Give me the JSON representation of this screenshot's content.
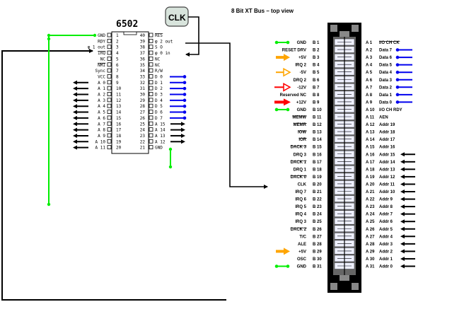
{
  "title": "8 Bit XT Bus – top view",
  "clock_box": {
    "label": "CLK"
  },
  "cpu": {
    "name": "6502",
    "left_pins": [
      {
        "num": "1",
        "label": "GND"
      },
      {
        "num": "2",
        "label": "RDY"
      },
      {
        "num": "3",
        "label": "φ 1 out"
      },
      {
        "num": "4",
        "label": "IRQ",
        "overbar": true
      },
      {
        "num": "5",
        "label": "NC"
      },
      {
        "num": "6",
        "label": "NMI",
        "overbar": true
      },
      {
        "num": "7",
        "label": "Sync"
      },
      {
        "num": "8",
        "label": "VCC"
      },
      {
        "num": "9",
        "label": "A 0"
      },
      {
        "num": "10",
        "label": "A 1"
      },
      {
        "num": "11",
        "label": "A 2"
      },
      {
        "num": "12",
        "label": "A 3"
      },
      {
        "num": "13",
        "label": "A 4"
      },
      {
        "num": "14",
        "label": "A 5"
      },
      {
        "num": "15",
        "label": "A 6"
      },
      {
        "num": "16",
        "label": "A 7"
      },
      {
        "num": "17",
        "label": "A 8"
      },
      {
        "num": "18",
        "label": "A 9"
      },
      {
        "num": "19",
        "label": "A 10"
      },
      {
        "num": "20",
        "label": "A 11"
      }
    ],
    "right_pins": [
      {
        "num": "40",
        "label": "RES",
        "overbar": true
      },
      {
        "num": "39",
        "label": "φ 2 out"
      },
      {
        "num": "38",
        "label": "S O"
      },
      {
        "num": "37",
        "label": "φ 0 in"
      },
      {
        "num": "36",
        "label": "NC"
      },
      {
        "num": "35",
        "label": "NC"
      },
      {
        "num": "34",
        "label": "R/W"
      },
      {
        "num": "33",
        "label": "D 0"
      },
      {
        "num": "32",
        "label": "D 1"
      },
      {
        "num": "31",
        "label": "D 2"
      },
      {
        "num": "30",
        "label": "D 3"
      },
      {
        "num": "29",
        "label": "D 4"
      },
      {
        "num": "28",
        "label": "D 5"
      },
      {
        "num": "27",
        "label": "D 6"
      },
      {
        "num": "26",
        "label": "D 7"
      },
      {
        "num": "25",
        "label": "A 15"
      },
      {
        "num": "24",
        "label": "A 14"
      },
      {
        "num": "23",
        "label": "A 13"
      },
      {
        "num": "22",
        "label": "A 12"
      },
      {
        "num": "21",
        "label": "GND"
      }
    ]
  },
  "bus": {
    "b_side": [
      {
        "pin": "B 1",
        "signal": "GND",
        "marker": "green-double"
      },
      {
        "pin": "B 2",
        "signal": "RESET DRV"
      },
      {
        "pin": "B 3",
        "signal": "+5V",
        "marker": "orange-solid"
      },
      {
        "pin": "B 4",
        "signal": "IRQ 2"
      },
      {
        "pin": "B 5",
        "signal": "-5V",
        "marker": "orange-hollow"
      },
      {
        "pin": "B 6",
        "signal": "DRQ 2"
      },
      {
        "pin": "B 7",
        "signal": "-12V",
        "marker": "red-hollow"
      },
      {
        "pin": "B 8",
        "signal": "Reserved NC"
      },
      {
        "pin": "B 9",
        "signal": "+12V",
        "marker": "red-solid"
      },
      {
        "pin": "B 10",
        "signal": "GND",
        "marker": "green-double"
      },
      {
        "pin": "B 11",
        "signal": "MEMW",
        "overbar": true
      },
      {
        "pin": "B 12",
        "signal": "MEMR",
        "overbar": true
      },
      {
        "pin": "B 13",
        "signal": "IOW",
        "overbar": true
      },
      {
        "pin": "B 14",
        "signal": "IOR",
        "overbar": true
      },
      {
        "pin": "B 15",
        "signal": "DACK 3",
        "overbar": true
      },
      {
        "pin": "B 16",
        "signal": "DRQ 3"
      },
      {
        "pin": "B 17",
        "signal": "DACK 1",
        "overbar": true
      },
      {
        "pin": "B 18",
        "signal": "DRQ 1"
      },
      {
        "pin": "B 19",
        "signal": "DACK 0",
        "overbar": true
      },
      {
        "pin": "B 20",
        "signal": "CLK"
      },
      {
        "pin": "B 21",
        "signal": "IRQ 7"
      },
      {
        "pin": "B 22",
        "signal": "IRQ 6"
      },
      {
        "pin": "B 23",
        "signal": "IRQ 5"
      },
      {
        "pin": "B 24",
        "signal": "IRQ 4"
      },
      {
        "pin": "B 25",
        "signal": "IRQ 3"
      },
      {
        "pin": "B 26",
        "signal": "DACK 2",
        "overbar": true
      },
      {
        "pin": "B 27",
        "signal": "T/C"
      },
      {
        "pin": "B 28",
        "signal": "ALE"
      },
      {
        "pin": "B 29",
        "signal": "+5V",
        "marker": "orange-solid"
      },
      {
        "pin": "B 30",
        "signal": "OSC"
      },
      {
        "pin": "B 31",
        "signal": "GND",
        "marker": "green-double"
      }
    ],
    "a_side": [
      {
        "pin": "A 1",
        "signal": "I/O CH CK",
        "overbar": true
      },
      {
        "pin": "A 2",
        "signal": "Data 7",
        "marker": "blue"
      },
      {
        "pin": "A 3",
        "signal": "Data 6",
        "marker": "blue"
      },
      {
        "pin": "A 4",
        "signal": "Data 5",
        "marker": "blue"
      },
      {
        "pin": "A 5",
        "signal": "Data 4",
        "marker": "blue"
      },
      {
        "pin": "A 6",
        "signal": "Data 3",
        "marker": "blue"
      },
      {
        "pin": "A 7",
        "signal": "Data 2",
        "marker": "blue"
      },
      {
        "pin": "A 8",
        "signal": "Data 1",
        "marker": "blue"
      },
      {
        "pin": "A 9",
        "signal": "Data 0",
        "marker": "blue"
      },
      {
        "pin": "A 10",
        "signal": "I/O CH RDY"
      },
      {
        "pin": "A 11",
        "signal": "AEN"
      },
      {
        "pin": "A 12",
        "signal": "Addr 19"
      },
      {
        "pin": "A 13",
        "signal": "Addr 18"
      },
      {
        "pin": "A 14",
        "signal": "Addr 17"
      },
      {
        "pin": "A 15",
        "signal": "Addr 16"
      },
      {
        "pin": "A 16",
        "signal": "Addr 15",
        "marker": "black-arrow"
      },
      {
        "pin": "A 17",
        "signal": "Addr 14",
        "marker": "black-arrow"
      },
      {
        "pin": "A 18",
        "signal": "Addr 13",
        "marker": "black-arrow"
      },
      {
        "pin": "A 19",
        "signal": "Addr 12",
        "marker": "black-arrow"
      },
      {
        "pin": "A 20",
        "signal": "Addr 11",
        "marker": "black-arrow"
      },
      {
        "pin": "A 21",
        "signal": "Addr 10",
        "marker": "black-arrow"
      },
      {
        "pin": "A 22",
        "signal": "Addr 9",
        "marker": "black-arrow"
      },
      {
        "pin": "A 23",
        "signal": "Addr 8",
        "marker": "black-arrow"
      },
      {
        "pin": "A 24",
        "signal": "Addr 7",
        "marker": "black-arrow"
      },
      {
        "pin": "A 25",
        "signal": "Addr 6",
        "marker": "black-arrow"
      },
      {
        "pin": "A 26",
        "signal": "Addr 5",
        "marker": "black-arrow"
      },
      {
        "pin": "A 27",
        "signal": "Addr 4",
        "marker": "black-arrow"
      },
      {
        "pin": "A 28",
        "signal": "Addr 3",
        "marker": "black-arrow"
      },
      {
        "pin": "A 29",
        "signal": "Addr 2",
        "marker": "black-arrow"
      },
      {
        "pin": "A 30",
        "signal": "Addr 1",
        "marker": "black-arrow"
      },
      {
        "pin": "A 31",
        "signal": "Addr 0",
        "marker": "black-arrow"
      }
    ]
  },
  "colors": {
    "ground": "#00ee00",
    "plus5": "#ffa500",
    "plus12": "#ff0000",
    "data": "#0000ee",
    "wire": "#000000",
    "connector_body": "#000000",
    "connector_gray": "#888888",
    "slot_fill": "#eef0ff",
    "clk_box_fill": "#d8e4dc"
  }
}
